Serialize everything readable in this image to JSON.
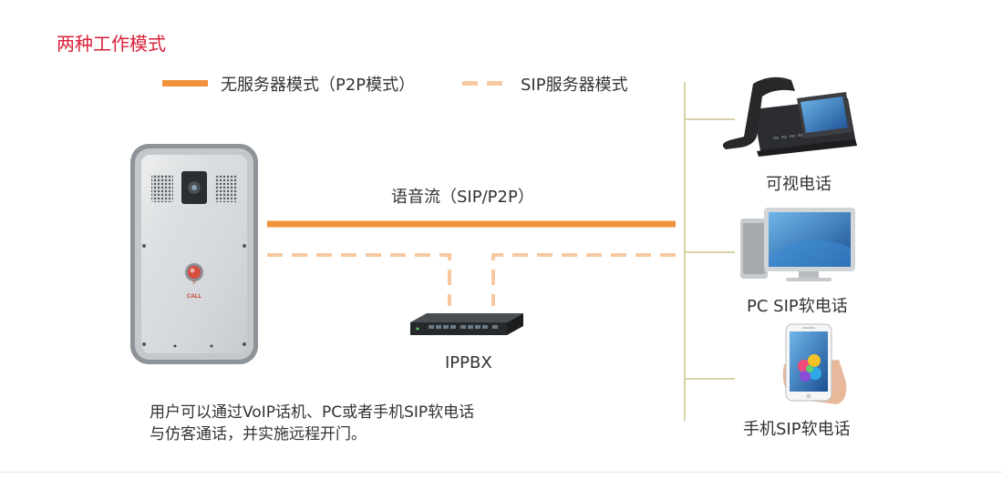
{
  "title": "两种工作模式",
  "legend": {
    "solid_label": "无服务器模式（P2P模式）",
    "dashed_label": "SIP服务器模式"
  },
  "stream_label": "语音流（SIP/P2P）",
  "pbx_label": "IPPBX",
  "devices": {
    "video_phone": "可视电话",
    "pc_softphone": "PC SIP软电话",
    "mobile_softphone": "手机SIP软电话"
  },
  "intercom": {
    "button_text": "CALL"
  },
  "caption": {
    "line1": "用户可以通过VoIP话机、PC或者手机SIP软电话",
    "line2": "与仿客通话，并实施远程开门。"
  },
  "colors": {
    "title": "#d8213a",
    "solid_line": "#f0923c",
    "dashed_line": "#f8c9a0",
    "bus_line": "#d8d3a8"
  }
}
